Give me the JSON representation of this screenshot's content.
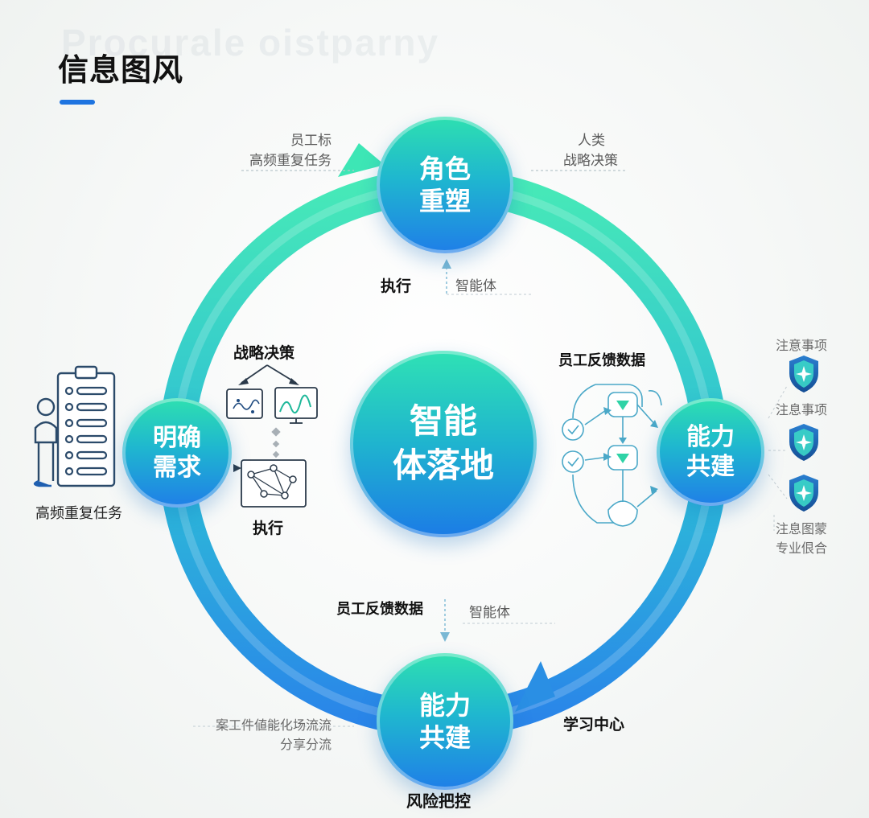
{
  "page": {
    "title": "信息图风",
    "watermark": "Procurale oistparny"
  },
  "center": {
    "line1": "智能",
    "line2": "体落地"
  },
  "nodes": {
    "top": {
      "line1": "角色",
      "line2": "重塑"
    },
    "left": {
      "line1": "明确",
      "line2": "需求"
    },
    "right": {
      "line1": "能力",
      "line2": "共建"
    },
    "bottom": {
      "line1": "能力",
      "line2": "共建"
    }
  },
  "labels": {
    "top_left_1": "员工标",
    "top_left_2": "高频重复任务",
    "top_right_1": "人类",
    "top_right_2": "战略决策",
    "top_exec": "执行",
    "top_agent": "智能体",
    "left_strategy": "战略决策",
    "left_exec": "执行",
    "left_task": "高频重复任务",
    "right_feedback": "员工反馈数据",
    "shield_1": "注意事项",
    "shield_2": "注息事项",
    "shield_3a": "注息图蒙",
    "shield_3b": "专业佷合",
    "bottom_feedback": "员工反馈数据",
    "bottom_agent": "智能体",
    "bottom_left_1": "案工件値能化场流流",
    "bottom_left_2": "分享分流",
    "bottom_learn": "学习中心",
    "bottom_risk": "风险把控"
  },
  "colors": {
    "ring_start": "#3de8b4",
    "ring_end": "#1f7fe8",
    "accent": "#1e74e0",
    "icon_line": "#4aa8c8",
    "shield": "#1c5fa8"
  },
  "icons": {
    "person": "person-icon",
    "checklist": "checklist-icon",
    "scatter_chart": "scatter-chart-icon",
    "monitor_chart": "monitor-chart-icon",
    "network": "network-graph-icon",
    "flow": "flowchart-icon",
    "shield": "shield-star-icon",
    "arrow": "arrow-icon"
  }
}
